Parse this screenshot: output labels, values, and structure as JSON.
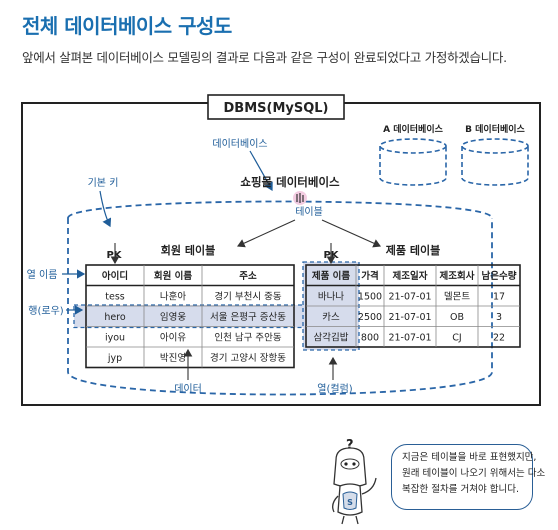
{
  "header": {
    "title": "전체 데이터베이스 구성도",
    "subtitle": "앞에서 살펴본 데이터베이스 모델링의 결과로 다음과 같은 구성이 완료되었다고 가정하겠습니다."
  },
  "diagram": {
    "dbms_label": "DBMS(MySQL)",
    "db_a_label": "A 데이터베이스",
    "db_b_label": "B 데이터베이스",
    "database_note": "데이터베이스",
    "shop_db_label": "쇼핑몰 데이터베이스",
    "table_note": "테이블",
    "pk_note": "기본 키",
    "column_note": "열 이름",
    "row_note": "행(로우)",
    "data_note": "데이터",
    "col_note": "열(컬럼)",
    "member_table": {
      "title": "회원 테이블",
      "pk": "PK",
      "columns": [
        "아이디",
        "회원 이름",
        "주소"
      ],
      "rows": [
        [
          "tess",
          "나훈아",
          "경기 부천시 중동"
        ],
        [
          "hero",
          "임영웅",
          "서울 은평구 증산동"
        ],
        [
          "iyou",
          "아이유",
          "인천 남구 주안동"
        ],
        [
          "jyp",
          "박진영",
          "경기 고양시 장항동"
        ]
      ]
    },
    "product_table": {
      "title": "제품 테이블",
      "pk": "PK",
      "columns": [
        "제품 이름",
        "가격",
        "제조일자",
        "제조회사",
        "남은수량"
      ],
      "rows": [
        [
          "바나나",
          "1500",
          "21-07-01",
          "델몬트",
          "17"
        ],
        [
          "카스",
          "2500",
          "21-07-01",
          "OB",
          "3"
        ],
        [
          "삼각김밥",
          "800",
          "21-07-01",
          "CJ",
          "22"
        ]
      ]
    }
  },
  "mascot": {
    "question_mark": "?",
    "bubble_lines": [
      "지금은 테이블을 바로 표현했지만,",
      "원래 테이블이 나오기 위해서는 다소",
      "복잡한 절차를 거쳐야 합니다."
    ]
  },
  "colors": {
    "title_blue": "#1a6fb0",
    "note_blue": "#1f5d99",
    "dashed_blue": "#2a66a8",
    "highlight": "#d6dcec"
  }
}
